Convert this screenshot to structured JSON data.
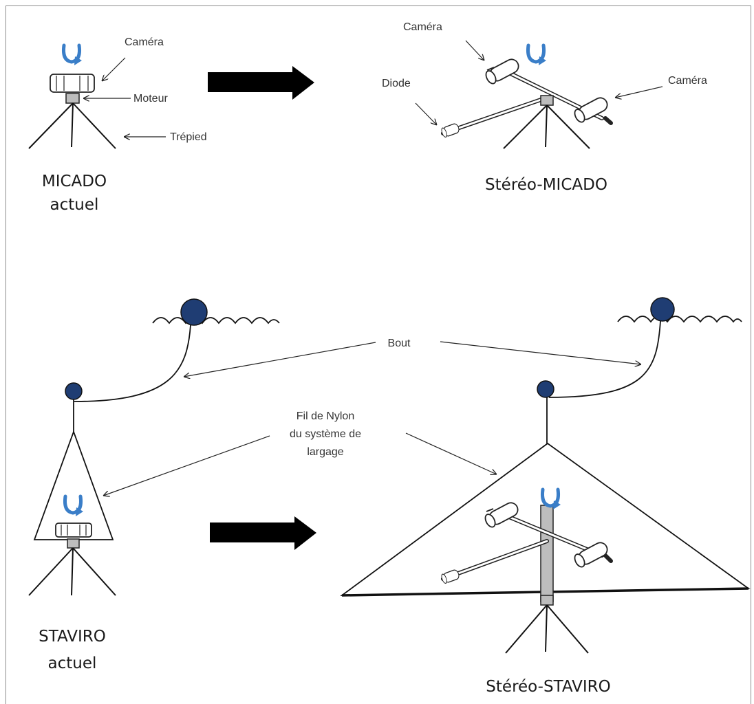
{
  "labels": {
    "camera": "Caméra",
    "motor": "Moteur",
    "tripod": "Trépied",
    "diode": "Diode",
    "rope": "Bout",
    "nylon_line1": "Fil de Nylon",
    "nylon_line2": "du système de",
    "nylon_line3": "largage"
  },
  "titles": {
    "micado_line1": "MICADO",
    "micado_line2": "actuel",
    "stereo_micado": "Stéréo-MICADO",
    "staviro_line1": "STAVIRO",
    "staviro_line2": "actuel",
    "stereo_staviro": "Stéréo-STAVIRO"
  },
  "colors": {
    "buoy": "#1f3d73",
    "rotation": "#3a7ec8",
    "arrow": "#000000",
    "motor": "#bdbdbd"
  }
}
